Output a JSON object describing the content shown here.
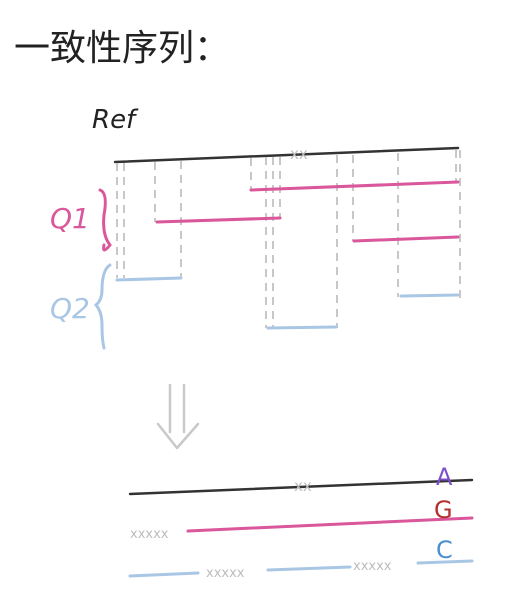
{
  "title": "一致性序列：",
  "ref_label": "Ref",
  "group_q1_label": "Q1",
  "group_q2_label": "Q2",
  "crosses_top": "xx",
  "crosses_bottom": "xx",
  "mask_line2_left": "xxxxx",
  "mask_line3_a": "xxxxx",
  "mask_line3_b": "xxxxx",
  "letter_a": "A",
  "letter_g": "G",
  "letter_c": "C",
  "colors": {
    "ref": "#333333",
    "q1": "#d9579a",
    "q2": "#a9c7e4",
    "dash": "#c8c8c8",
    "arrow": "#c9c9c9",
    "letter_a": "#7a4fc9",
    "letter_g": "#b3302f",
    "letter_c": "#4a90d0"
  }
}
